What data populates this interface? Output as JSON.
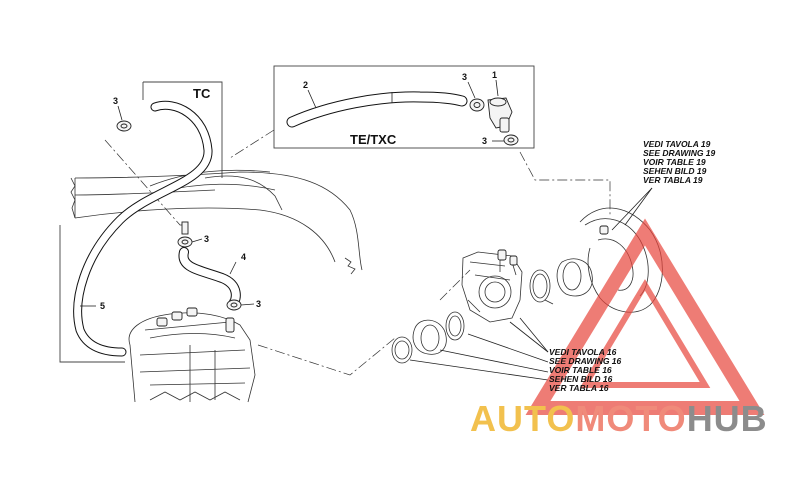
{
  "labels": {
    "tc": "TC",
    "te_txc": "TE/TXC",
    "p1": "1",
    "p2": "2",
    "p3a": "3",
    "p3b": "3",
    "p3c": "3",
    "p3d": "3",
    "p3e": "3",
    "p4": "4",
    "p5": "5"
  },
  "callout19": [
    "VEDI TAVOLA 19",
    "SEE DRAWING 19",
    "VOIR TABLE 19",
    "SEHEN BILD 19",
    "VER TABLA 19"
  ],
  "callout16": [
    "VEDI TAVOLA 16",
    "SEE DRAWING 16",
    "VOIR TABLE 16",
    "SEHEN BILD 16",
    "VER TABLA 16"
  ],
  "watermark": {
    "part1": "AUTO",
    "part2": "MOTO",
    "part3": "HUB",
    "colors": {
      "auto": "#f2c14e",
      "moto": "#f08a7a",
      "hub": "#8c8c8c",
      "triangle": "#e8453c"
    }
  }
}
